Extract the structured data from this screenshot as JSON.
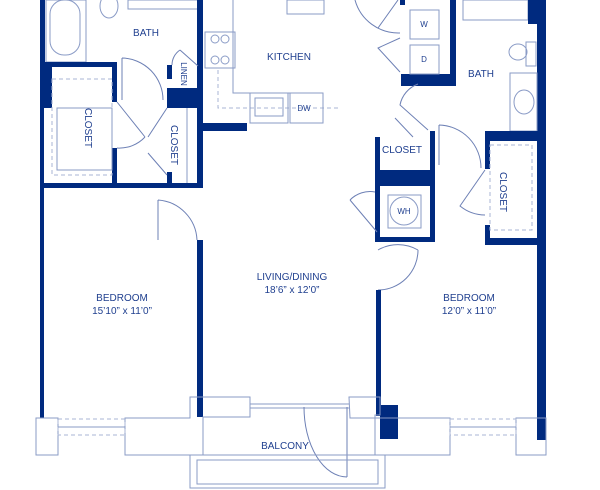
{
  "floorplan": {
    "wall_color": "#002a7f",
    "rooms": {
      "bath_left": "BATH",
      "kitchen": "KITCHEN",
      "linen": "LINEN",
      "closet_left_large": "CLOSET",
      "closet_left_small": "CLOSET",
      "living_dining": {
        "name": "LIVING/DINING",
        "size": "18’6” x 12’0”"
      },
      "bedroom_left": {
        "name": "BEDROOM",
        "size": "15’10” x 11’0”"
      },
      "bedroom_right": {
        "name": "BEDROOM",
        "size": "12’0” x 11’0”"
      },
      "bath_right": "BATH",
      "closet_right_small": "CLOSET",
      "closet_right_large": "CLOSET",
      "balcony": "BALCONY"
    },
    "appliances": {
      "washer": "W",
      "dryer": "D",
      "dishwasher": "DW",
      "water_heater": "WH"
    }
  }
}
